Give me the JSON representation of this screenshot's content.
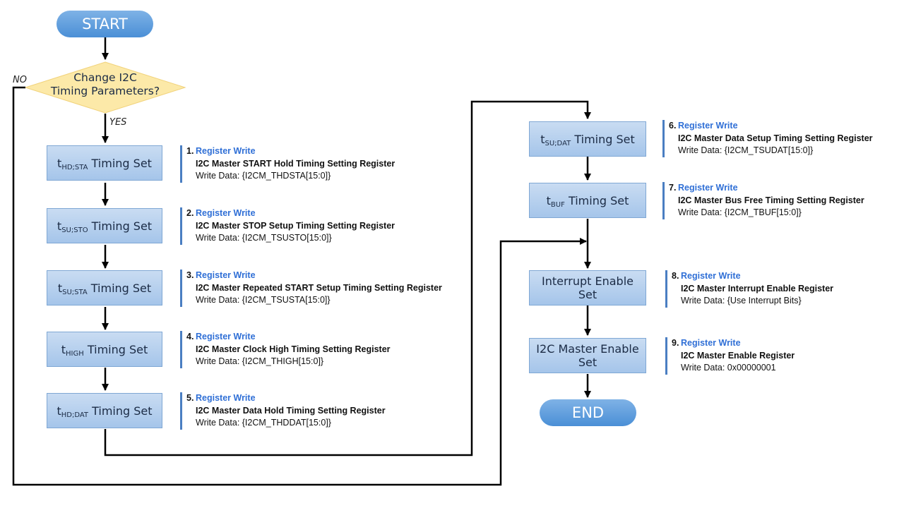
{
  "terminals": {
    "start": "START",
    "end": "END"
  },
  "decision": {
    "line1": "Change I2C",
    "line2": "Timing Parameters?",
    "yes_label": "YES",
    "no_label": "NO"
  },
  "steps": [
    {
      "t": "t",
      "sub": "HD;STA",
      "rest": " Timing Set"
    },
    {
      "t": "t",
      "sub": "SU;STO",
      "rest": " Timing Set"
    },
    {
      "t": "t",
      "sub": "SU;STA",
      "rest": " Timing Set"
    },
    {
      "t": "t",
      "sub": "HIGH",
      "rest": " Timing Set"
    },
    {
      "t": "t",
      "sub": "HD;DAT",
      "rest": " Timing Set"
    },
    {
      "t": "t",
      "sub": "SU;DAT",
      "rest": " Timing Set"
    },
    {
      "t": "t",
      "sub": "BUF",
      "rest": " Timing Set"
    },
    {
      "line1": "Interrupt Enable",
      "line2": "Set"
    },
    {
      "line1": "I2C Master Enable",
      "line2": "Set"
    }
  ],
  "notes": [
    {
      "num": "1.",
      "action": "Register Write",
      "register": "I2C Master START Hold Timing Setting Register",
      "data": "Write Data: {I2CM_THDSTA[15:0]}"
    },
    {
      "num": "2.",
      "action": "Register Write",
      "register": "I2C Master STOP Setup Timing Setting Register",
      "data": "Write Data: {I2CM_TSUSTO[15:0]}"
    },
    {
      "num": "3.",
      "action": "Register Write",
      "register": "I2C Master Repeated START Setup Timing Setting Register",
      "data": "Write Data: {I2CM_TSUSTA[15:0]}"
    },
    {
      "num": "4.",
      "action": "Register Write",
      "register": "I2C Master Clock High Timing Setting Register",
      "data": "Write Data: {I2CM_THIGH[15:0]}"
    },
    {
      "num": "5.",
      "action": "Register Write",
      "register": "I2C Master Data Hold Timing Setting Register",
      "data": "Write Data: {I2CM_THDDAT[15:0]}"
    },
    {
      "num": "6.",
      "action": "Register Write",
      "register": "I2C Master Data Setup Timing Setting Register",
      "data": "Write Data: {I2CM_TSUDAT[15:0]}"
    },
    {
      "num": "7.",
      "action": "Register Write",
      "register": "I2C Master Bus Free Timing Setting Register",
      "data": "Write Data: {I2CM_TBUF[15:0]}"
    },
    {
      "num": "8.",
      "action": "Register Write",
      "register": "I2C Master Interrupt Enable Register",
      "data": "Write Data: {Use Interrupt Bits}"
    },
    {
      "num": "9.",
      "action": "Register Write",
      "register": "I2C Master Enable Register",
      "data": "Write Data: 0x00000001"
    }
  ],
  "colors": {
    "accent": "#2f6fd6",
    "box_fill": "#b5d0ee",
    "decision_fill": "#fce9a8",
    "terminal_fill": "#5b9be0"
  }
}
